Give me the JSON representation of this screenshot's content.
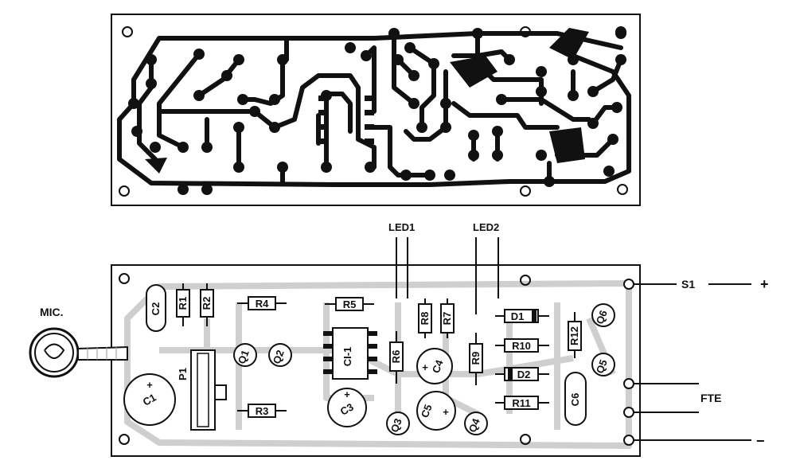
{
  "labels": {
    "mic": "MIC.",
    "led1": "LED1",
    "led2": "LED2",
    "s1": "S1",
    "plus": "+",
    "fte": "FTE",
    "minus": "−"
  },
  "components": {
    "c1": "C1",
    "c2": "C2",
    "c3": "C3",
    "c4": "C4",
    "c5": "C5",
    "c6": "C6",
    "r1": "R1",
    "r2": "R2",
    "r3": "R3",
    "r4": "R4",
    "r5": "R5",
    "r6": "R6",
    "r7": "R7",
    "r8": "R8",
    "r9": "R9",
    "r10": "R10",
    "r11": "R11",
    "r12": "R12",
    "p1": "P1",
    "ci1": "CI-1",
    "q1": "Q1",
    "q2": "Q2",
    "q3": "Q3",
    "q4": "Q4",
    "q5": "Q5",
    "q6": "Q6",
    "d1": "D1",
    "d2": "D2",
    "cap_plus": "+"
  }
}
